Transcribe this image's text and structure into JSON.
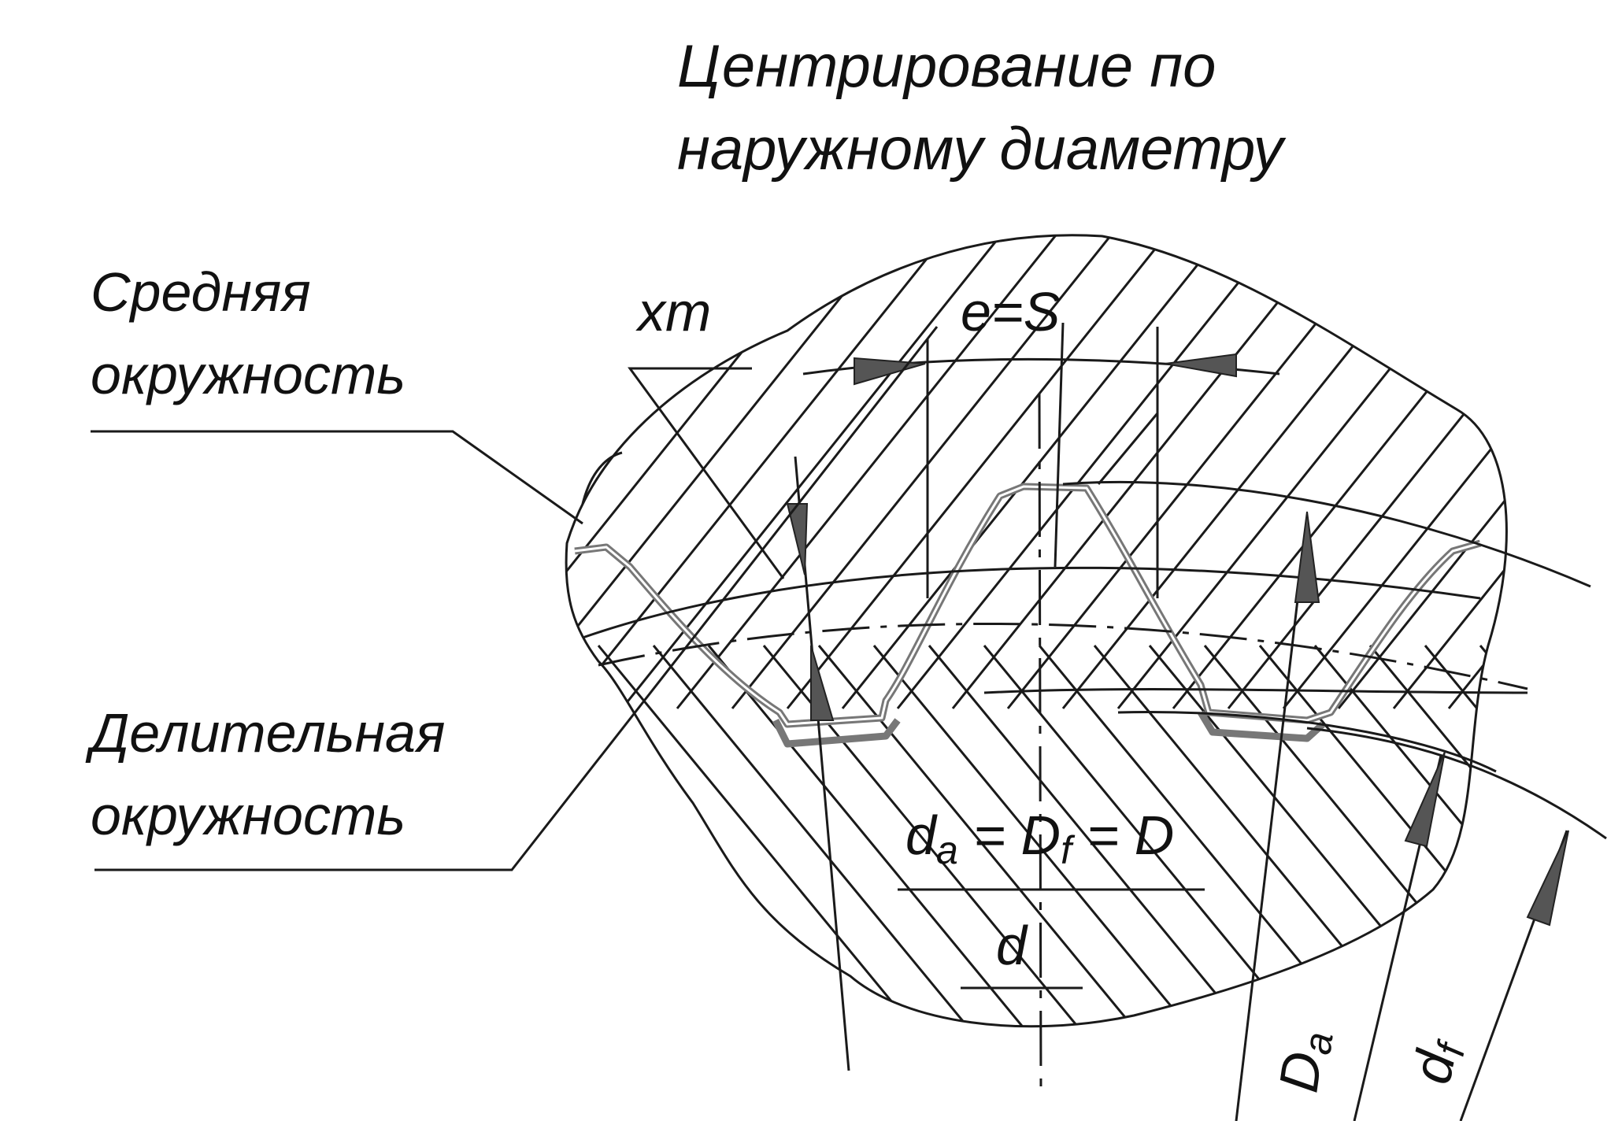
{
  "title": {
    "line1": "Центрирование по",
    "line2": "наружному диаметру"
  },
  "labels": {
    "mean_circle_line1": "Средняя",
    "mean_circle_line2": "окружность",
    "pitch_circle_line1": "Делительная",
    "pitch_circle_line2": "окружность",
    "xm": "xm",
    "e_eq_s": "e=S",
    "da_eq": {
      "d1": "d",
      "a1": "a",
      "eq1": " = D",
      "f1": "f",
      "eq2": " = D"
    },
    "d": "d",
    "Da": {
      "main": "D",
      "sub": "a"
    },
    "df": {
      "main": "d",
      "sub": "f"
    }
  }
}
